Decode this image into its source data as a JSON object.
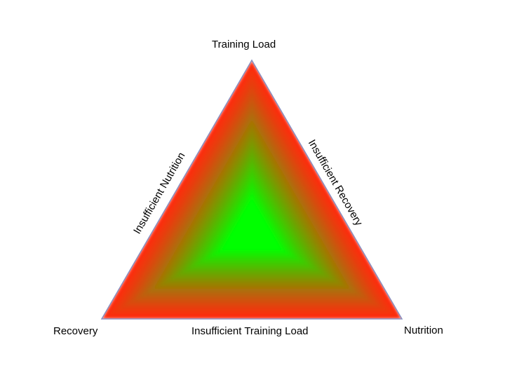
{
  "vertices": {
    "top": "Training Load",
    "left": "Recovery",
    "right": "Nutrition"
  },
  "edges": {
    "left": "Insufficient Nutrition",
    "right": "Insufficient Recovery",
    "bottom": "Insufficient Training Load"
  },
  "colors": {
    "edge": "#ff2a0a",
    "center": "#00ff00",
    "outline": "#8a8fbf"
  }
}
